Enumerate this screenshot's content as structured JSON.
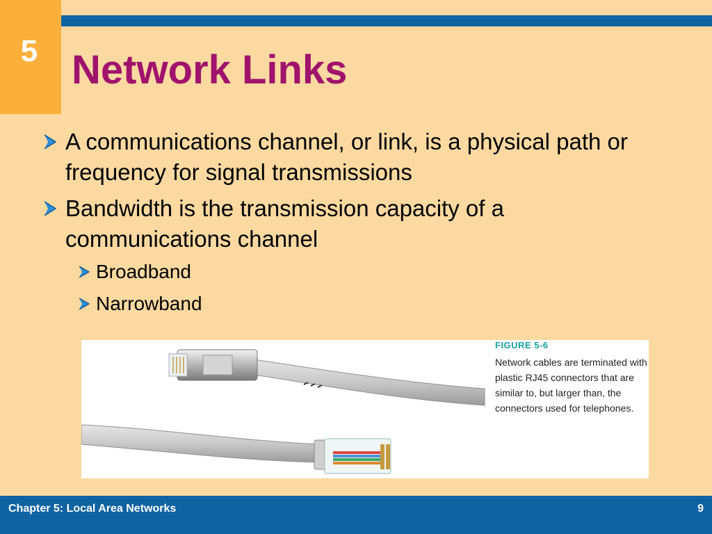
{
  "slide": {
    "chapter_number": "5",
    "title": "Network Links"
  },
  "bullets": [
    {
      "text": "A communications channel, or link, is a physical path or frequency for signal transmissions"
    },
    {
      "text": "Bandwidth is the transmission capacity of a communications channel"
    }
  ],
  "sub_bullets": [
    {
      "text": "Broadband"
    },
    {
      "text": "Narrowband"
    }
  ],
  "figure": {
    "label": "FIGURE 5-6",
    "caption": "Network cables are terminated with plastic RJ45 connectors that are similar to, but larger than, the connectors used for telephones."
  },
  "footer": {
    "chapter": "Chapter 5: Local Area Networks",
    "page": "9"
  },
  "colors": {
    "background": "#fcd9a0",
    "accent_blue": "#0f63a3",
    "accent_orange": "#fbb03b",
    "title": "#a0136d",
    "figure_label": "#17a3a0"
  },
  "icons": {
    "bullet": "arrow-bullet-icon"
  }
}
